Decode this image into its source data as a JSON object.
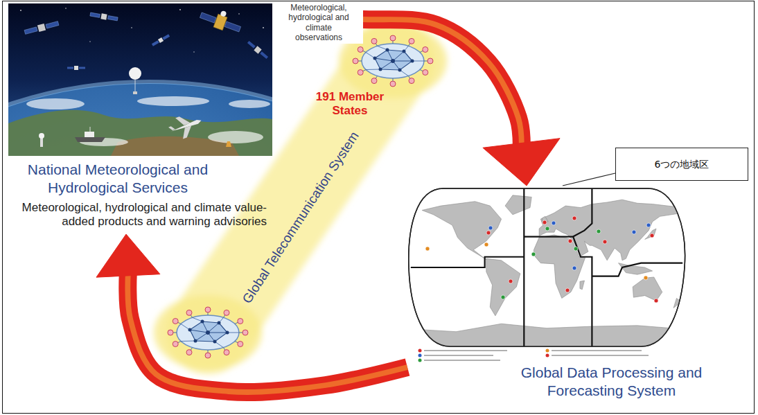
{
  "diagram": {
    "nodes": [
      {
        "text": [
          "National Meteorological and Hydrological Services",
          "Meteorological, hydrological and climate value-added products and warning advisories"
        ]
      },
      {
        "text": [
          "Global Data Processing and Forecasting System"
        ]
      },
      {
        "text": [
          "6つの地域区"
        ]
      }
    ],
    "edges": [
      {
        "from": 0,
        "to": 1,
        "arrow": "to",
        "label": "Meteorological, hydrological and climate observations"
      },
      {
        "from": 1,
        "to": 0,
        "arrow": "to"
      },
      {
        "from": 2,
        "to": 1,
        "arrow": "none"
      }
    ],
    "labels": [
      "191 Member States",
      "Global Telecommunication System"
    ]
  }
}
